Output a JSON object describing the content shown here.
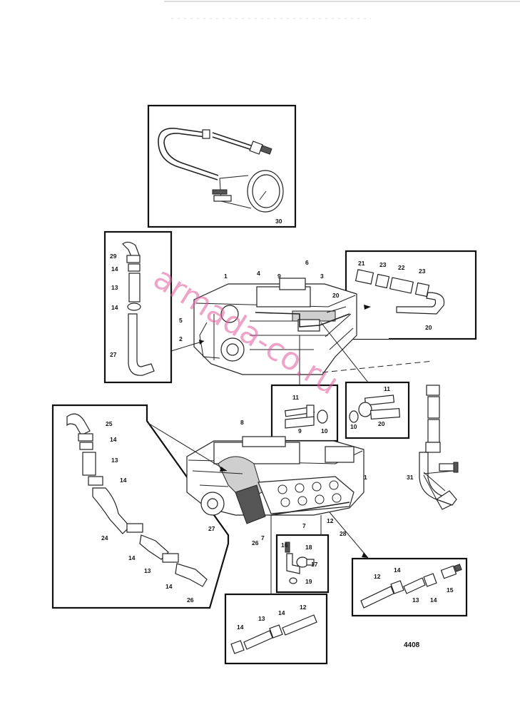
{
  "diagram_code": "4408",
  "watermark": "armada-co.ru",
  "labels": {
    "gauge": [
      "30"
    ],
    "left_hose": [
      "29",
      "14",
      "13",
      "14",
      "27"
    ],
    "top_engine": [
      "1",
      "4",
      "9",
      "6",
      "3",
      "20",
      "5",
      "2"
    ],
    "top_right": [
      "21",
      "23",
      "22",
      "23",
      "20"
    ],
    "mid_left_inset": [
      "11",
      "9",
      "10"
    ],
    "mid_right_inset": [
      "11",
      "10",
      "20"
    ],
    "right_pipe": [
      "31"
    ],
    "left_hose_lower": [
      "25",
      "14",
      "13",
      "14",
      "24",
      "14",
      "13",
      "14",
      "26"
    ],
    "lower_engine": [
      "8",
      "1",
      "12",
      "7",
      "7",
      "27",
      "26",
      "28"
    ],
    "bracket": [
      "16",
      "18",
      "17",
      "19"
    ],
    "bottom_right": [
      "12",
      "14",
      "13",
      "14",
      "15"
    ],
    "bottom_mid": [
      "14",
      "13",
      "14",
      "12"
    ]
  }
}
